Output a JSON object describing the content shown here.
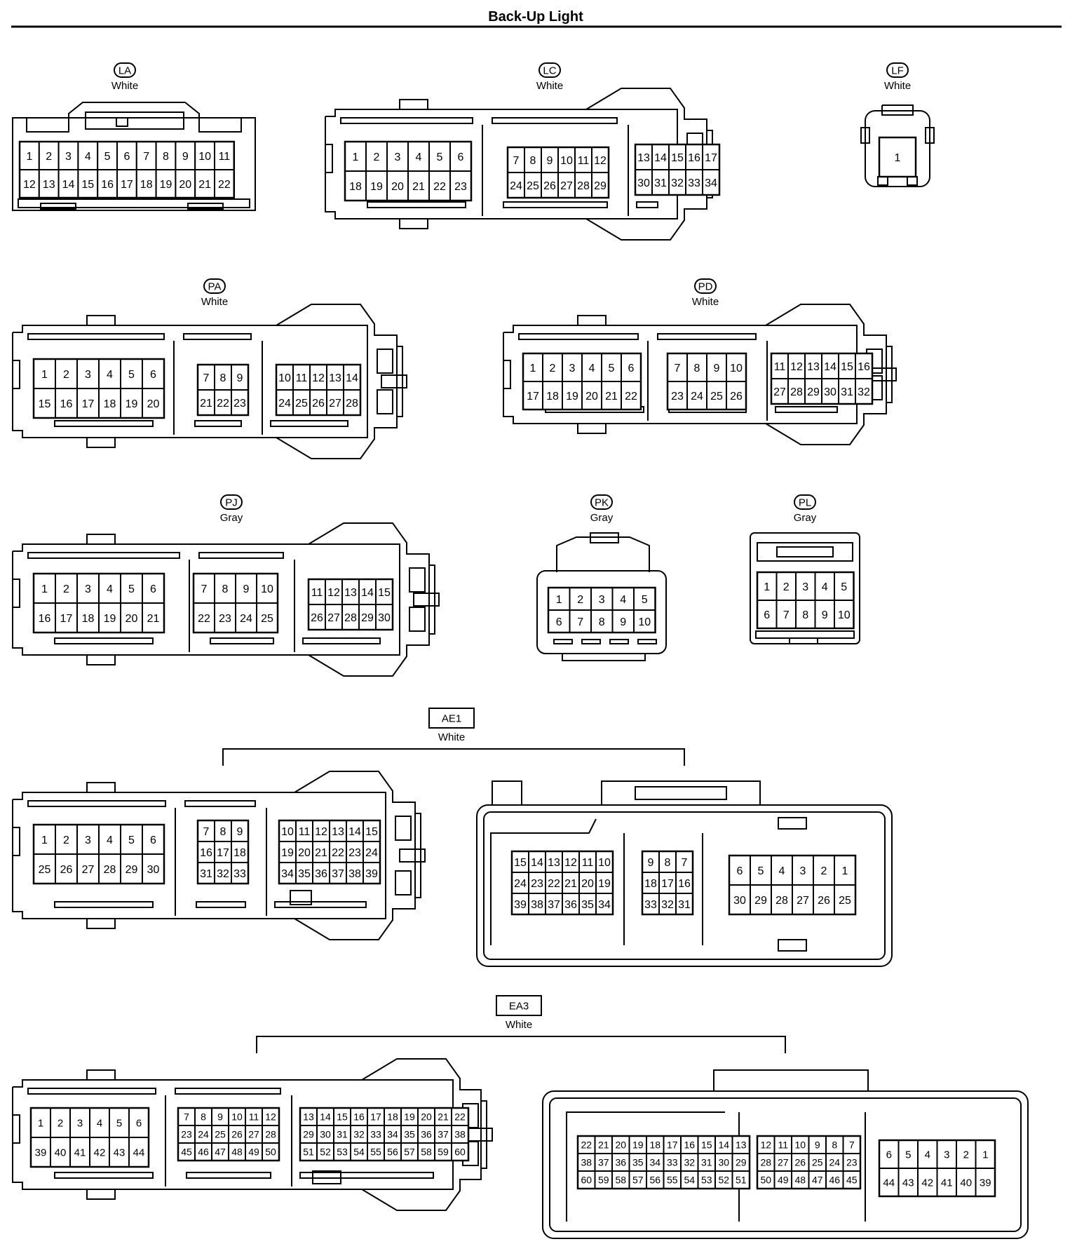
{
  "title": "Back-Up Light",
  "connectors": {
    "LA": {
      "id": "LA",
      "color": "White",
      "rows": [
        [
          "1",
          "2",
          "3",
          "4",
          "5",
          "6",
          "7",
          "8",
          "9",
          "10",
          "11"
        ],
        [
          "12",
          "13",
          "14",
          "15",
          "16",
          "17",
          "18",
          "19",
          "20",
          "21",
          "22"
        ]
      ]
    },
    "LC": {
      "id": "LC",
      "color": "White",
      "blocks": [
        [
          [
            "1",
            "2",
            "3",
            "4",
            "5",
            "6"
          ],
          [
            "18",
            "19",
            "20",
            "21",
            "22",
            "23"
          ]
        ],
        [
          [
            "7",
            "8",
            "9",
            "10",
            "11",
            "12"
          ],
          [
            "24",
            "25",
            "26",
            "27",
            "28",
            "29"
          ]
        ],
        [
          [
            "13",
            "14",
            "15",
            "16",
            "17"
          ],
          [
            "30",
            "31",
            "32",
            "33",
            "34"
          ]
        ]
      ]
    },
    "LF": {
      "id": "LF",
      "color": "White",
      "rows": [
        [
          "1"
        ]
      ]
    },
    "PA": {
      "id": "PA",
      "color": "White",
      "blocks": [
        [
          [
            "1",
            "2",
            "3",
            "4",
            "5",
            "6"
          ],
          [
            "15",
            "16",
            "17",
            "18",
            "19",
            "20"
          ]
        ],
        [
          [
            "7",
            "8",
            "9"
          ],
          [
            "21",
            "22",
            "23"
          ]
        ],
        [
          [
            "10",
            "11",
            "12",
            "13",
            "14"
          ],
          [
            "24",
            "25",
            "26",
            "27",
            "28"
          ]
        ]
      ]
    },
    "PD": {
      "id": "PD",
      "color": "White",
      "blocks": [
        [
          [
            "1",
            "2",
            "3",
            "4",
            "5",
            "6"
          ],
          [
            "17",
            "18",
            "19",
            "20",
            "21",
            "22"
          ]
        ],
        [
          [
            "7",
            "8",
            "9",
            "10"
          ],
          [
            "23",
            "24",
            "25",
            "26"
          ]
        ],
        [
          [
            "11",
            "12",
            "13",
            "14",
            "15",
            "16"
          ],
          [
            "27",
            "28",
            "29",
            "30",
            "31",
            "32"
          ]
        ]
      ]
    },
    "PJ": {
      "id": "PJ",
      "color": "Gray",
      "blocks": [
        [
          [
            "1",
            "2",
            "3",
            "4",
            "5",
            "6"
          ],
          [
            "16",
            "17",
            "18",
            "19",
            "20",
            "21"
          ]
        ],
        [
          [
            "7",
            "8",
            "9",
            "10"
          ],
          [
            "22",
            "23",
            "24",
            "25"
          ]
        ],
        [
          [
            "11",
            "12",
            "13",
            "14",
            "15"
          ],
          [
            "26",
            "27",
            "28",
            "29",
            "30"
          ]
        ]
      ]
    },
    "PK": {
      "id": "PK",
      "color": "Gray",
      "rows": [
        [
          "1",
          "2",
          "3",
          "4",
          "5"
        ],
        [
          "6",
          "7",
          "8",
          "9",
          "10"
        ]
      ]
    },
    "PL": {
      "id": "PL",
      "color": "Gray",
      "rows": [
        [
          "1",
          "2",
          "3",
          "4",
          "5"
        ],
        [
          "6",
          "7",
          "8",
          "9",
          "10"
        ]
      ]
    },
    "AE1": {
      "id": "AE1",
      "color": "White",
      "male": [
        [
          [
            "1",
            "2",
            "3",
            "4",
            "5",
            "6"
          ],
          [
            "25",
            "26",
            "27",
            "28",
            "29",
            "30"
          ]
        ],
        [
          [
            "7",
            "8",
            "9"
          ],
          [
            "16",
            "17",
            "18"
          ],
          [
            "31",
            "32",
            "33"
          ]
        ],
        [
          [
            "10",
            "11",
            "12",
            "13",
            "14",
            "15"
          ],
          [
            "19",
            "20",
            "21",
            "22",
            "23",
            "24"
          ],
          [
            "34",
            "35",
            "36",
            "37",
            "38",
            "39"
          ]
        ]
      ],
      "female": [
        [
          [
            "15",
            "14",
            "13",
            "12",
            "11",
            "10"
          ],
          [
            "24",
            "23",
            "22",
            "21",
            "20",
            "19"
          ],
          [
            "39",
            "38",
            "37",
            "36",
            "35",
            "34"
          ]
        ],
        [
          [
            "9",
            "8",
            "7"
          ],
          [
            "18",
            "17",
            "16"
          ],
          [
            "33",
            "32",
            "31"
          ]
        ],
        [
          [
            "6",
            "5",
            "4",
            "3",
            "2",
            "1"
          ],
          [
            "30",
            "29",
            "28",
            "27",
            "26",
            "25"
          ]
        ]
      ]
    },
    "EA3": {
      "id": "EA3",
      "color": "White",
      "male": [
        [
          [
            "1",
            "2",
            "3",
            "4",
            "5",
            "6"
          ],
          [
            "39",
            "40",
            "41",
            "42",
            "43",
            "44"
          ]
        ],
        [
          [
            "7",
            "8",
            "9",
            "10",
            "11",
            "12"
          ],
          [
            "23",
            "24",
            "25",
            "26",
            "27",
            "28"
          ],
          [
            "45",
            "46",
            "47",
            "48",
            "49",
            "50"
          ]
        ],
        [
          [
            "13",
            "14",
            "15",
            "16",
            "17",
            "18",
            "19",
            "20",
            "21",
            "22"
          ],
          [
            "29",
            "30",
            "31",
            "32",
            "33",
            "34",
            "35",
            "36",
            "37",
            "38"
          ],
          [
            "51",
            "52",
            "53",
            "54",
            "55",
            "56",
            "57",
            "58",
            "59",
            "60"
          ]
        ]
      ],
      "female": [
        [
          [
            "22",
            "21",
            "20",
            "19",
            "18",
            "17",
            "16",
            "15",
            "14",
            "13"
          ],
          [
            "38",
            "37",
            "36",
            "35",
            "34",
            "33",
            "32",
            "31",
            "30",
            "29"
          ],
          [
            "60",
            "59",
            "58",
            "57",
            "56",
            "55",
            "54",
            "53",
            "52",
            "51"
          ]
        ],
        [
          [
            "12",
            "11",
            "10",
            "9",
            "8",
            "7"
          ],
          [
            "28",
            "27",
            "26",
            "25",
            "24",
            "23"
          ],
          [
            "50",
            "49",
            "48",
            "47",
            "46",
            "45"
          ]
        ],
        [
          [
            "6",
            "5",
            "4",
            "3",
            "2",
            "1"
          ],
          [
            "44",
            "43",
            "42",
            "41",
            "40",
            "39"
          ]
        ]
      ]
    }
  }
}
